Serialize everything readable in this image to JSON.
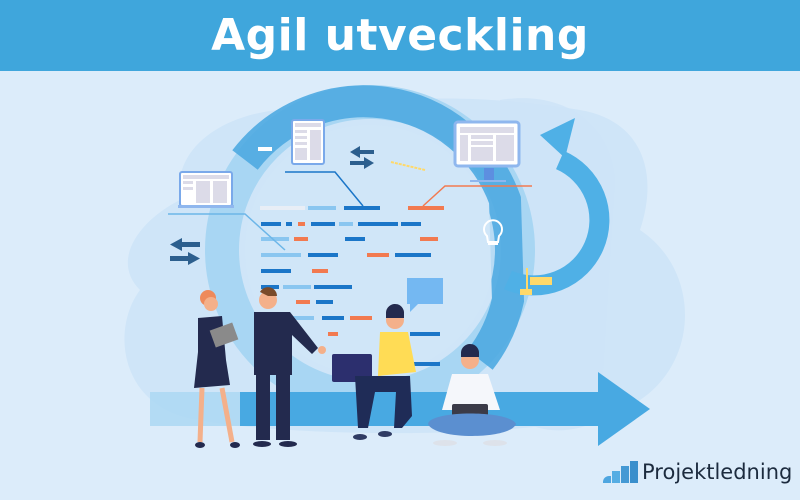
{
  "banner": {
    "title": "Agil utveckling",
    "background": "#3fa6dc",
    "text_color": "#ffffff"
  },
  "illustration": {
    "description": "Agile development cycle illustration: team of four people with laptops and tablet, circular arrow cycle, forward arrow, code lines and UI window icons",
    "icons": [
      "browser-window-icon",
      "document-icon",
      "monitor-icon",
      "swap-arrows-icon",
      "lightbulb-icon",
      "chat-bubble-icon",
      "cycle-arrow-icon",
      "forward-arrow-icon"
    ],
    "colors": {
      "background": "#dcecfa",
      "cycle_blue": "#49a9e1",
      "dark_blue": "#1b76c8",
      "light_blue": "#8ac6f0",
      "orange": "#f27a50",
      "yellow": "#ffd96a",
      "navy": "#232a4e"
    }
  },
  "logo": {
    "name": "Projektledning",
    "icon": "bar-chart-logo-icon"
  }
}
